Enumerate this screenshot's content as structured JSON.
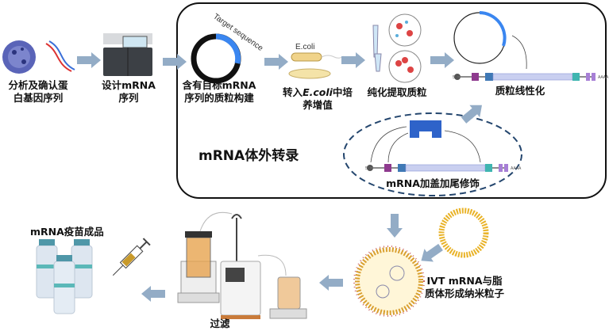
{
  "colors": {
    "arrow": "#93acc6",
    "frame": "#111111",
    "target": "#3a86f0",
    "enzyme": "#2e63c9",
    "dashed": "#24466e"
  },
  "steps": {
    "analyze": [
      "分析及确认蛋",
      "白基因序列"
    ],
    "design": [
      "设计mRNA",
      "序列"
    ],
    "plasmid": [
      "含有目标mRNA",
      "序列的质粒构建"
    ],
    "target_sequence": "Target sequence",
    "ecoli_tag": "E.coli",
    "transform": {
      "pre": "转入",
      "italic": "E.coli",
      "post": "中培",
      "line2": "养增值"
    },
    "purify": "纯化提取质粒",
    "linearize": "质粒线性化",
    "ivt": "mRNA体外转录",
    "cap_tail": "mRNA加盖加尾修饰",
    "lnp": [
      "IVT mRNA与脂",
      "质体形成纳米粒子"
    ],
    "filter": "过滤",
    "product": "mRNA疫苗成品"
  },
  "mrna_labels": {
    "five_prime": "5'",
    "poly_a": "AAAA"
  }
}
